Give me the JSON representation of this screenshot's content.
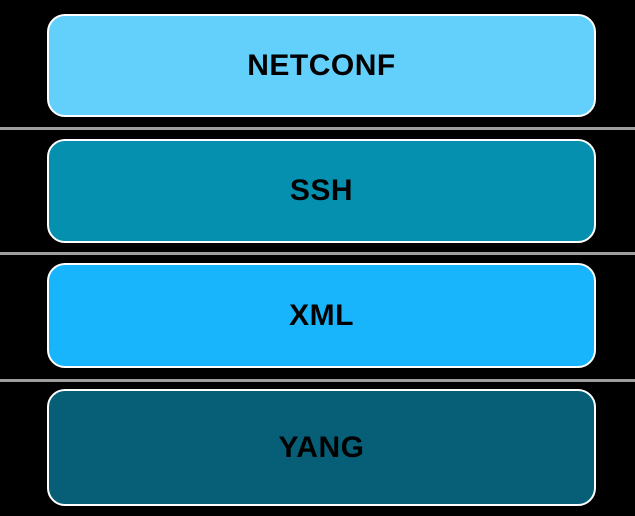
{
  "canvas": {
    "background": "#000000",
    "box_border_color": "#FFFFFF",
    "separator_color": "#9E9E9E",
    "label_color": "#000000"
  },
  "layers": [
    {
      "label": "NETCONF",
      "fill": "#63CFFB"
    },
    {
      "label": "SSH",
      "fill": "#0690B0"
    },
    {
      "label": "XML",
      "fill": "#18B5FC"
    },
    {
      "label": "YANG",
      "fill": "#065F77"
    }
  ]
}
